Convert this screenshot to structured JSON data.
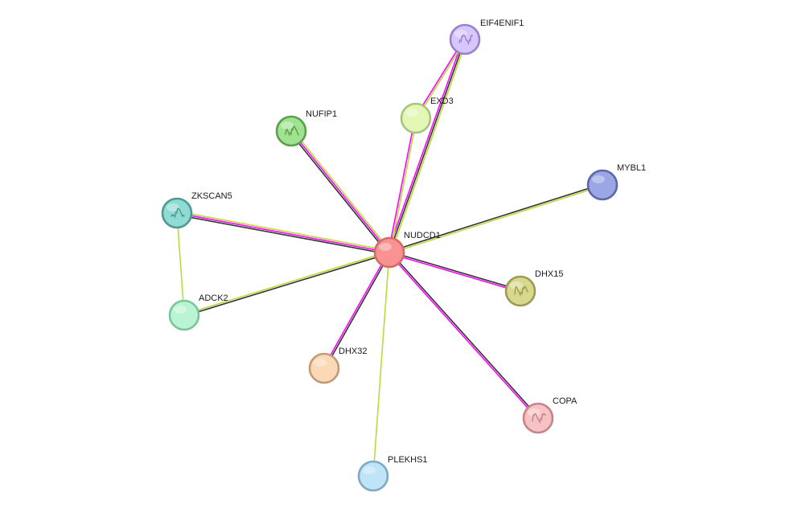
{
  "network": {
    "center": "NUDCD1",
    "nodes": [
      {
        "id": "NUDCD1",
        "label": "NUDCD1",
        "fill": "#f99292",
        "stroke": "#d46a6a",
        "icon": "none"
      },
      {
        "id": "EIF4ENIF1",
        "label": "EIF4ENIF1",
        "fill": "#d7c6fb",
        "stroke": "#9a80cc",
        "icon": "protein-structure-icon"
      },
      {
        "id": "EXD3",
        "label": "EXD3",
        "fill": "#e4f7b7",
        "stroke": "#a9c47f",
        "icon": "none"
      },
      {
        "id": "NUFIP1",
        "label": "NUFIP1",
        "fill": "#9fe28f",
        "stroke": "#5d9e4e",
        "icon": "protein-structure-icon"
      },
      {
        "id": "MYBL1",
        "label": "MYBL1",
        "fill": "#9ba6e4",
        "stroke": "#5d67a8",
        "icon": "none"
      },
      {
        "id": "ZKSCAN5",
        "label": "ZKSCAN5",
        "fill": "#8fdcd4",
        "stroke": "#4f9991",
        "icon": "protein-structure-icon"
      },
      {
        "id": "ADCK2",
        "label": "ADCK2",
        "fill": "#baf5d3",
        "stroke": "#7cc49c",
        "icon": "none"
      },
      {
        "id": "DHX15",
        "label": "DHX15",
        "fill": "#d9d98e",
        "stroke": "#9b9b55",
        "icon": "protein-structure-icon"
      },
      {
        "id": "DHX32",
        "label": "DHX32",
        "fill": "#fbd8b6",
        "stroke": "#c29a78",
        "icon": "none"
      },
      {
        "id": "COPA",
        "label": "COPA",
        "fill": "#f7c2c4",
        "stroke": "#c48589",
        "icon": "protein-structure-icon"
      },
      {
        "id": "PLEKHS1",
        "label": "PLEKHS1",
        "fill": "#bfe4f8",
        "stroke": "#7fa9c4",
        "icon": "none"
      }
    ],
    "edges": [
      {
        "source": "NUDCD1",
        "target": "EIF4ENIF1",
        "colors": [
          "#ff00ff",
          "#333333",
          "#b8dc3a"
        ]
      },
      {
        "source": "NUDCD1",
        "target": "EXD3",
        "colors": [
          "#ff00ff",
          "#b8dc3a"
        ]
      },
      {
        "source": "EXD3",
        "target": "EIF4ENIF1",
        "colors": [
          "#ff00ff",
          "#b8dc3a"
        ]
      },
      {
        "source": "NUDCD1",
        "target": "NUFIP1",
        "colors": [
          "#333333",
          "#ff00ff",
          "#b8dc3a"
        ]
      },
      {
        "source": "NUDCD1",
        "target": "MYBL1",
        "colors": [
          "#333333",
          "#b8dc3a"
        ]
      },
      {
        "source": "NUDCD1",
        "target": "ZKSCAN5",
        "colors": [
          "#333333",
          "#ff00ff",
          "#b8dc3a"
        ]
      },
      {
        "source": "NUDCD1",
        "target": "ADCK2",
        "colors": [
          "#333333",
          "#b8dc3a"
        ]
      },
      {
        "source": "ZKSCAN5",
        "target": "ADCK2",
        "colors": [
          "#b8dc3a"
        ]
      },
      {
        "source": "NUDCD1",
        "target": "DHX15",
        "colors": [
          "#333333",
          "#ff00ff"
        ]
      },
      {
        "source": "NUDCD1",
        "target": "DHX32",
        "colors": [
          "#333333",
          "#ff00ff"
        ]
      },
      {
        "source": "NUDCD1",
        "target": "COPA",
        "colors": [
          "#333333",
          "#ff00ff"
        ]
      },
      {
        "source": "NUDCD1",
        "target": "PLEKHS1",
        "colors": [
          "#b8dc3a"
        ]
      }
    ]
  }
}
